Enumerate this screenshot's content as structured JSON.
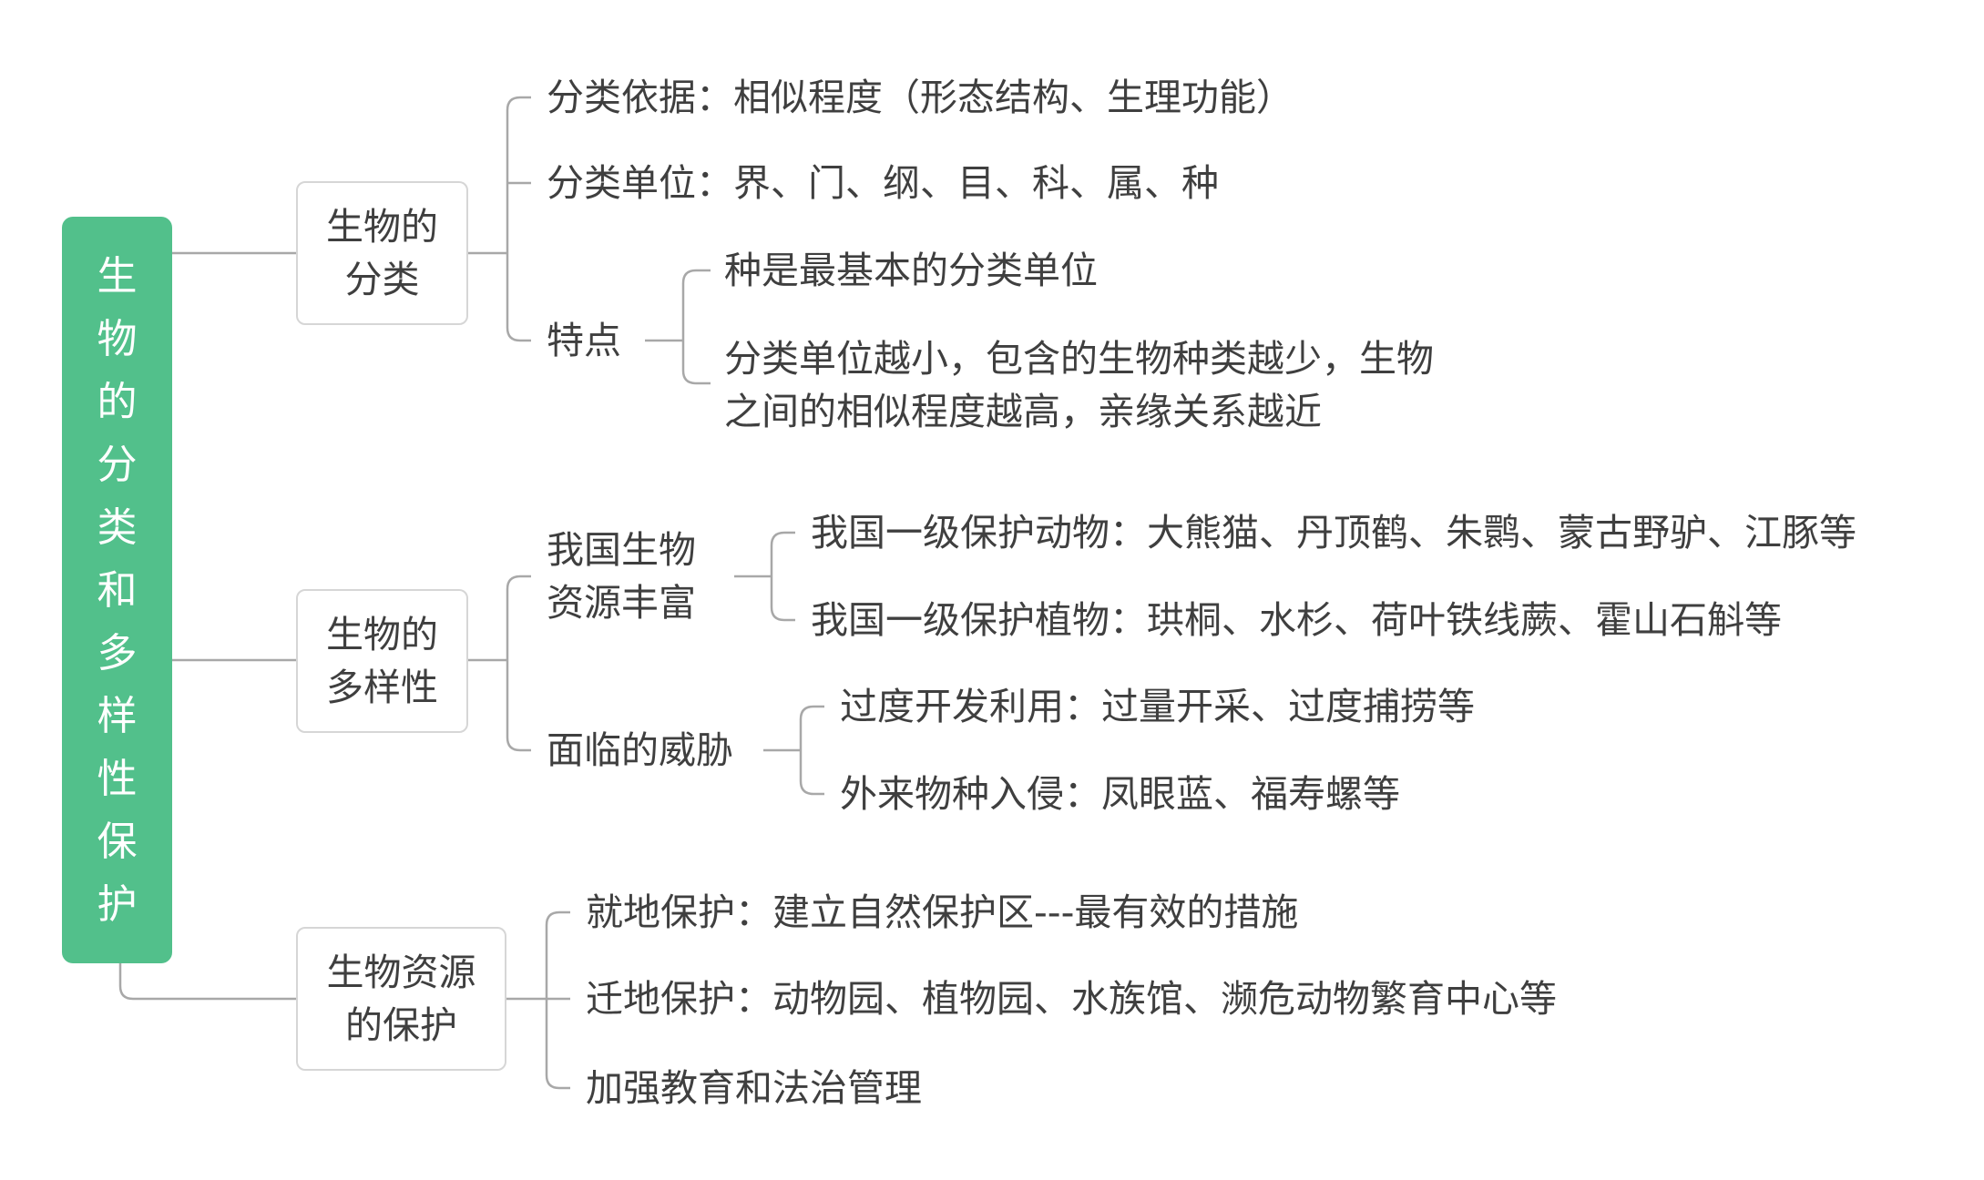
{
  "root": {
    "title": "生物的分类和多样性保护",
    "chars": [
      "生",
      "物",
      "的",
      "分",
      "类",
      "和",
      "多",
      "样",
      "性",
      "保",
      "护"
    ],
    "color": "#52c08b"
  },
  "branches": [
    {
      "label_lines": [
        "生物的",
        "分类"
      ],
      "children": [
        {
          "text": "分类依据：相似程度（形态结构、生理功能）"
        },
        {
          "text": "分类单位：界、门、纲、目、科、属、种"
        },
        {
          "text": "特点",
          "children": [
            {
              "text": "种是最基本的分类单位"
            },
            {
              "lines": [
                "分类单位越小，包含的生物种类越少，生物",
                "之间的相似程度越高，亲缘关系越近"
              ]
            }
          ]
        }
      ]
    },
    {
      "label_lines": [
        "生物的",
        "多样性"
      ],
      "children": [
        {
          "lines": [
            "我国生物",
            "资源丰富"
          ],
          "children": [
            {
              "text": "我国一级保护动物：大熊猫、丹顶鹤、朱鹮、蒙古野驴、江豚等"
            },
            {
              "text": "我国一级保护植物：珙桐、水杉、荷叶铁线蕨、霍山石斛等"
            }
          ]
        },
        {
          "text": "面临的威胁",
          "children": [
            {
              "text": "过度开发利用：过量开采、过度捕捞等"
            },
            {
              "text": "外来物种入侵：凤眼蓝、福寿螺等"
            }
          ]
        }
      ]
    },
    {
      "label_lines": [
        "生物资源",
        "的保护"
      ],
      "children": [
        {
          "text": "就地保护：建立自然保护区---最有效的措施"
        },
        {
          "text": "迁地保护：动物园、植物园、水族馆、濒危动物繁育中心等"
        },
        {
          "text": "加强教育和法治管理"
        }
      ]
    }
  ]
}
